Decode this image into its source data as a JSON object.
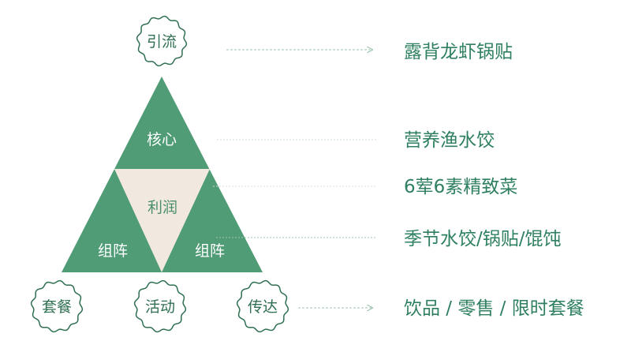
{
  "colors": {
    "triangle_green": "#4f9c76",
    "center_cream": "#f1e8df",
    "circle_text": "#2f6f52",
    "right_text": "#2f8060",
    "arrow": "#9fc5b1"
  },
  "pyramid": {
    "top": "核心",
    "center": "利润",
    "left": "组阵",
    "right": "组阵"
  },
  "circles": {
    "top": "引流",
    "bottom_left": "套餐",
    "bottom_mid": "活动",
    "bottom_right": "传达"
  },
  "right_items": [
    "露背龙虾锅贴",
    "营养渔水饺",
    "6荤6素精致菜",
    "季节水饺/锅贴/馄饨",
    "饮品 / 零售 / 限时套餐"
  ]
}
